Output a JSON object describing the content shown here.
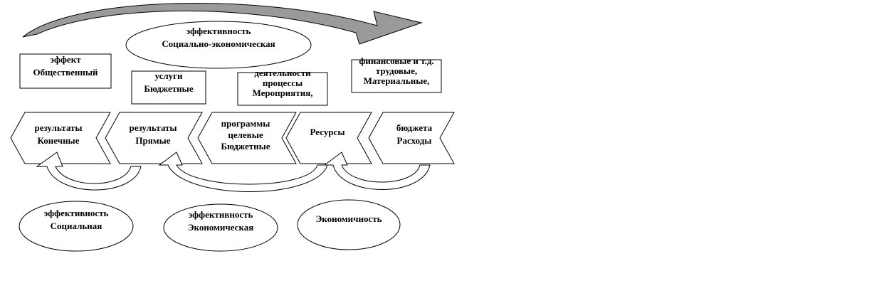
{
  "top_flow": {
    "label_line1": "Социально-экономическая",
    "label_line2": "эффективность"
  },
  "boxes": {
    "social_effect": {
      "line1": "Общественный",
      "line2": "эффект"
    },
    "budget_services": {
      "line1": "Бюджетные",
      "line2": "услуги"
    },
    "activities": {
      "line1": "Мероприятия,",
      "line2": "процессы",
      "line3": "деятельности"
    },
    "resources_types": {
      "line1": "Материальные,",
      "line2": "трудовые,",
      "line3": "финансовые и т.д."
    }
  },
  "chevrons": {
    "final_results": {
      "line1": "Конечные",
      "line2": "результаты"
    },
    "direct_results": {
      "line1": "Прямые",
      "line2": "результаты"
    },
    "programs": {
      "line1": "Бюджетные",
      "line2": "целевые",
      "line3": "программы"
    },
    "resources": {
      "line1": "Ресурсы"
    },
    "budget_expenses": {
      "line1": "Расходы",
      "line2": "бюджета"
    }
  },
  "ellipses": {
    "social_efficiency": {
      "line1": "Социальная",
      "line2": "эффективность"
    },
    "economic_efficiency": {
      "line1": "Экономическая",
      "line2": "эффективность"
    },
    "economy": {
      "line1": "Экономичность"
    }
  },
  "colors": {
    "arrow_fill": "#9a9a9a",
    "stroke": "#000000",
    "background": "#ffffff"
  }
}
